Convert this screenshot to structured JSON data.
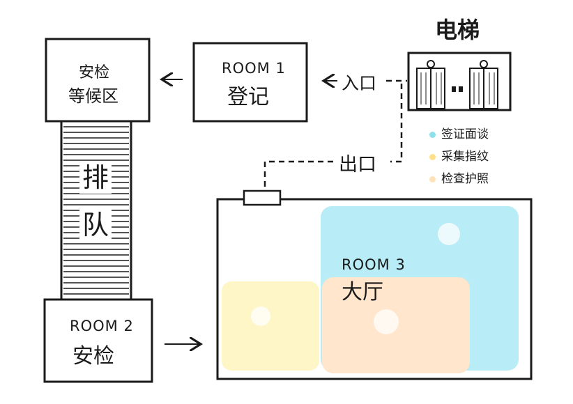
{
  "elevator": {
    "title": "电梯"
  },
  "security_wait": {
    "line1": "安检",
    "line2": "等候区"
  },
  "room1": {
    "name": "ROOM 1",
    "label": "登记"
  },
  "room2": {
    "name": "ROOM 2",
    "label": "安检"
  },
  "room3": {
    "name": "ROOM 3",
    "label": "大厅"
  },
  "entrance": {
    "label": "入口"
  },
  "exit": {
    "label": "出口"
  },
  "queue": {
    "char1": "排",
    "char2": "队"
  },
  "services": [
    {
      "label": "签证面谈",
      "color": "#8fe0ee"
    },
    {
      "label": "采集指纹",
      "color": "#ffe08a"
    },
    {
      "label": "检查护照",
      "color": "#ffe3b8"
    }
  ],
  "zone_colors": {
    "cyan": "#b8ecf6",
    "yellow": "#fff6c8",
    "orange": "#ffe6cc"
  }
}
